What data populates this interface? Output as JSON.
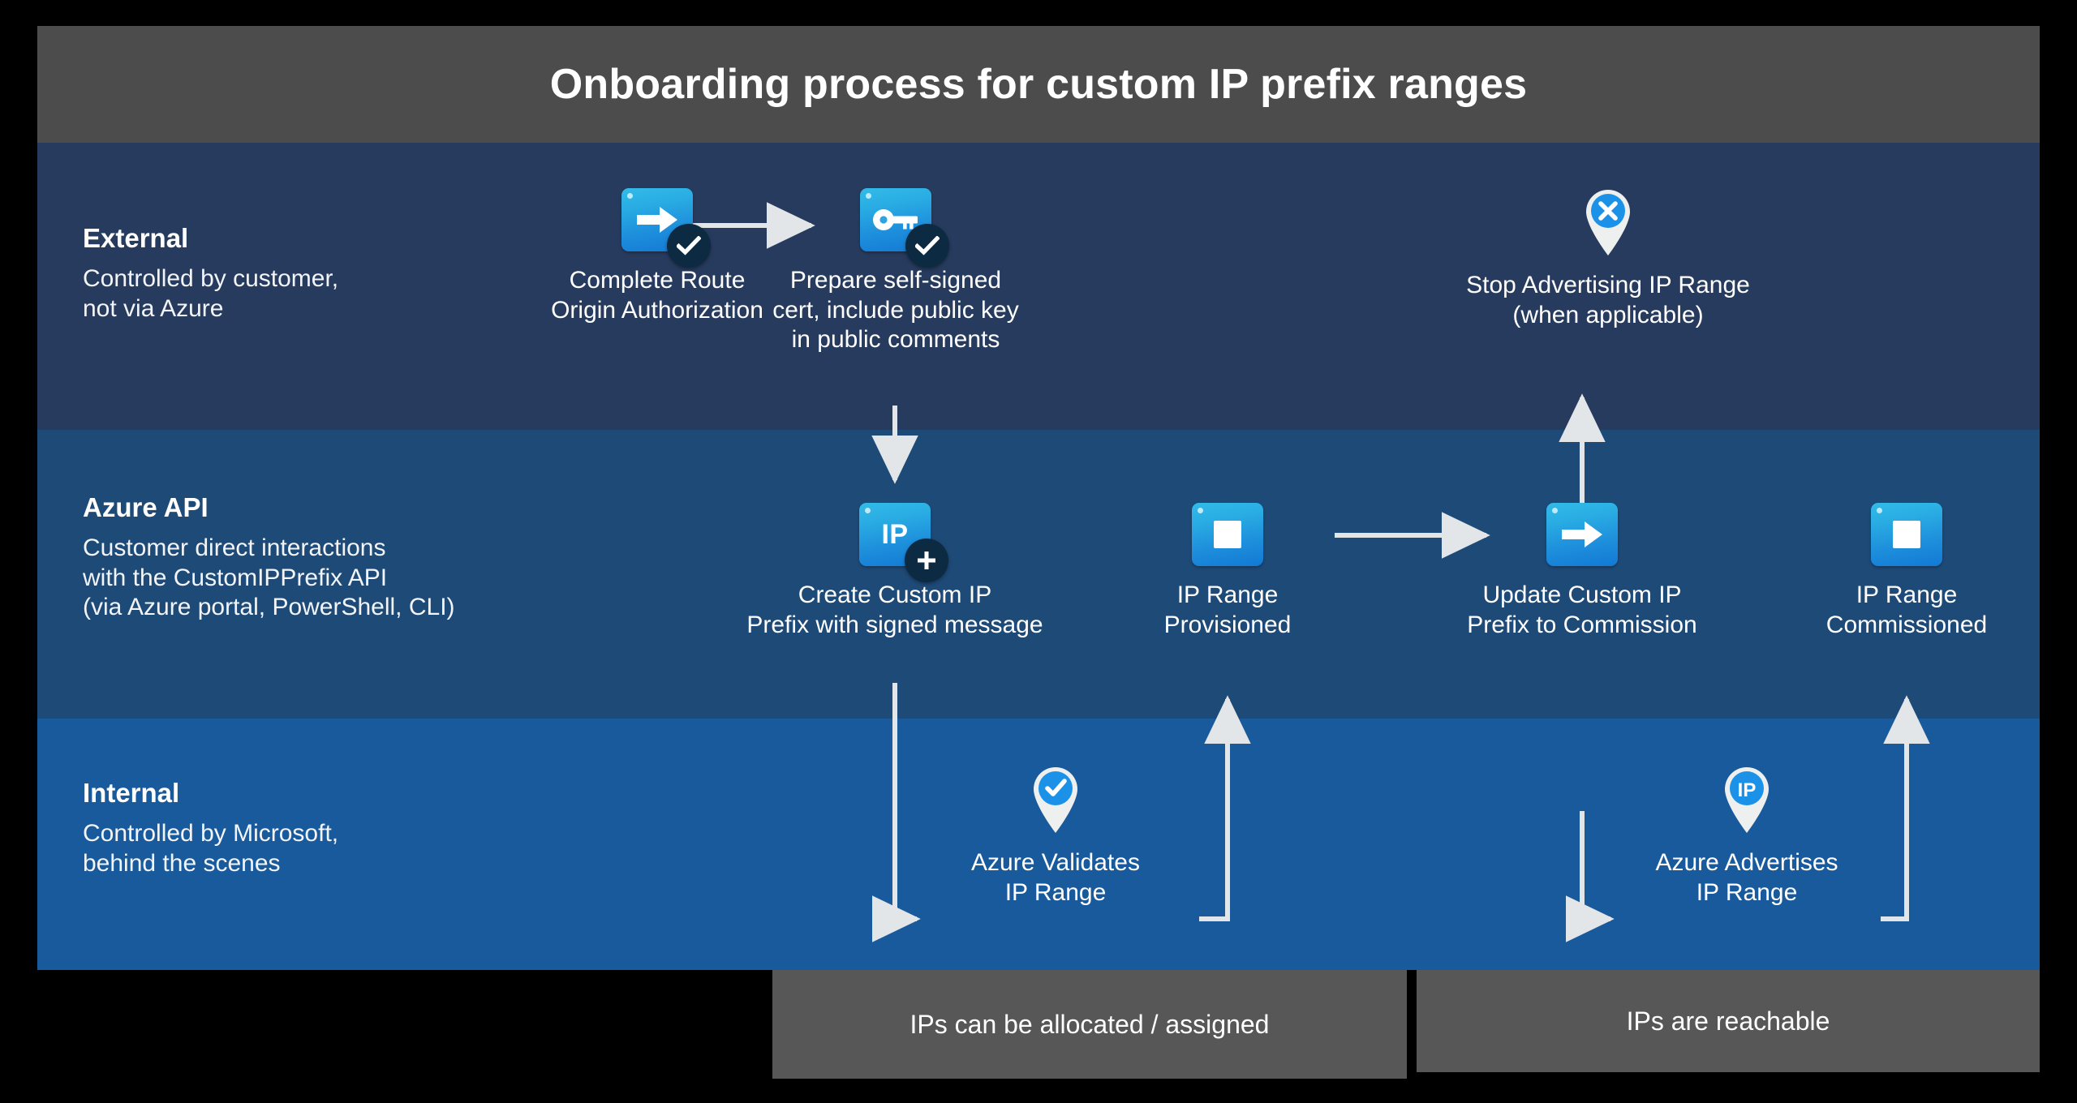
{
  "title": "Onboarding process for custom IP prefix ranges",
  "colors": {
    "title_bar_bg": "#4c4c4c",
    "band_external_bg": "#273b5e",
    "band_api_bg": "#1e4a78",
    "band_internal_bg": "#185a9b",
    "callout_bg": "#575757",
    "connector": "#e3e6e8",
    "tile_blue_top": "#32bbe8",
    "tile_blue_bottom": "#1279d4",
    "badge_dark": "#0c2a42",
    "pin_white": "#eef0f0",
    "pin_blue": "#1b92e8",
    "page_bg": "#000000",
    "text": "#ffffff"
  },
  "lanes": [
    {
      "id": "external",
      "title": "External",
      "subtitle": "Controlled by customer,\nnot via Azure"
    },
    {
      "id": "azure-api",
      "title": "Azure API",
      "subtitle": "Customer direct interactions\nwith the CustomIPPrefix API\n(via Azure portal, PowerShell, CLI)"
    },
    {
      "id": "internal",
      "title": "Internal",
      "subtitle": "Controlled by Microsoft,\nbehind the scenes"
    }
  ],
  "nodes": [
    {
      "id": "complete-route-origin-authorization",
      "lane": "external",
      "icon": "arrow-tile-icon",
      "badge": "check-badge-icon",
      "caption": "Complete Route\nOrigin Authorization"
    },
    {
      "id": "prepare-self-signed-cert",
      "lane": "external",
      "icon": "key-tile-icon",
      "badge": "check-badge-icon",
      "caption": "Prepare self-signed\ncert, include public key\nin public comments"
    },
    {
      "id": "stop-advertising-ip-range",
      "lane": "external",
      "icon": "pin-x-icon",
      "badge": null,
      "caption": "Stop Advertising IP Range\n(when applicable)"
    },
    {
      "id": "create-custom-ip-prefix",
      "lane": "azure-api",
      "icon": "ip-tile-icon",
      "badge": "plus-badge-icon",
      "caption": "Create Custom IP\nPrefix with signed message"
    },
    {
      "id": "ip-range-provisioned",
      "lane": "azure-api",
      "icon": "square-tile-icon",
      "badge": null,
      "caption": "IP Range\nProvisioned"
    },
    {
      "id": "update-custom-ip-prefix-to-commission",
      "lane": "azure-api",
      "icon": "arrow-tile-icon",
      "badge": null,
      "caption": "Update Custom IP\nPrefix to Commission"
    },
    {
      "id": "ip-range-commissioned",
      "lane": "azure-api",
      "icon": "square-tile-icon",
      "badge": null,
      "caption": "IP Range\nCommissioned"
    },
    {
      "id": "azure-validates-ip-range",
      "lane": "internal",
      "icon": "pin-check-icon",
      "badge": null,
      "caption": "Azure Validates\nIP Range"
    },
    {
      "id": "azure-advertises-ip-range",
      "lane": "internal",
      "icon": "pin-ip-icon",
      "badge": null,
      "caption": "Azure Advertises\nIP Range"
    }
  ],
  "callouts": [
    {
      "id": "ips-allocated",
      "text": "IPs can be allocated / assigned"
    },
    {
      "id": "ips-reachable",
      "text": "IPs are reachable"
    }
  ],
  "connectors": [
    {
      "id": "route-origin-to-cert",
      "from": "complete-route-origin-authorization",
      "to": "prepare-self-signed-cert",
      "direction": "right"
    },
    {
      "id": "cert-to-create-prefix",
      "from": "prepare-self-signed-cert",
      "to": "create-custom-ip-prefix",
      "direction": "down"
    },
    {
      "id": "create-prefix-to-validates",
      "from": "create-custom-ip-prefix",
      "to": "azure-validates-ip-range",
      "direction": "down-right"
    },
    {
      "id": "validates-to-provisioned",
      "from": "azure-validates-ip-range",
      "to": "ip-range-provisioned",
      "direction": "right-up"
    },
    {
      "id": "provisioned-to-update",
      "from": "ip-range-provisioned",
      "to": "update-custom-ip-prefix-to-commission",
      "direction": "right"
    },
    {
      "id": "update-to-advertises",
      "from": "update-custom-ip-prefix-to-commission",
      "to": "azure-advertises-ip-range",
      "direction": "down-right"
    },
    {
      "id": "advertises-to-commissioned",
      "from": "azure-advertises-ip-range",
      "to": "ip-range-commissioned",
      "direction": "right-up"
    },
    {
      "id": "update-to-stop-advertising",
      "from": "update-custom-ip-prefix-to-commission",
      "to": "stop-advertising-ip-range",
      "direction": "up"
    }
  ]
}
